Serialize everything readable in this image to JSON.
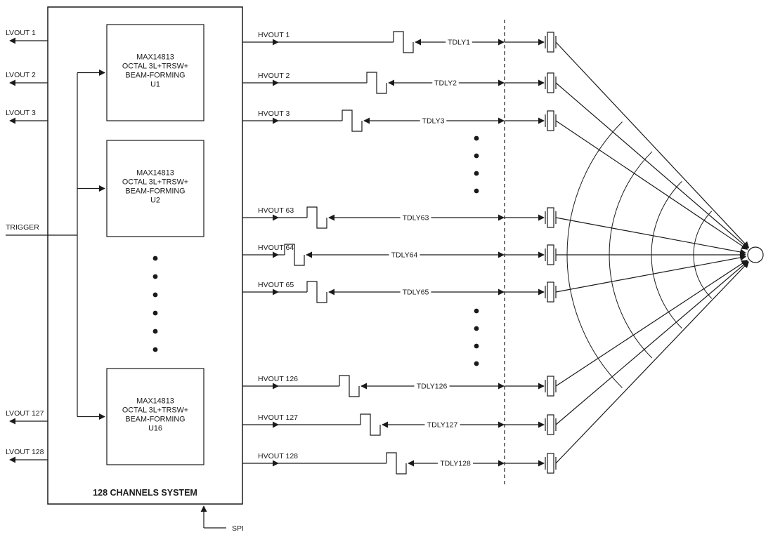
{
  "colors": {
    "line": "#1a1a1a",
    "background": "#ffffff"
  },
  "system": {
    "title": "128 CHANNELS SYSTEM",
    "trigger_label": "TRIGGER",
    "spi_label": "SPI",
    "chips": [
      {
        "lines": [
          "MAX14813",
          "OCTAL 3L+TRSW+",
          "BEAM-FORMING",
          "U1"
        ]
      },
      {
        "lines": [
          "MAX14813",
          "OCTAL 3L+TRSW+",
          "BEAM-FORMING",
          "U2"
        ]
      },
      {
        "lines": [
          "MAX14813",
          "OCTAL 3L+TRSW+",
          "BEAM-FORMING",
          "U16"
        ]
      }
    ],
    "lvout_labels": [
      "LVOUT 1",
      "LVOUT 2",
      "LVOUT 3",
      "LVOUT 127",
      "LVOUT 128"
    ],
    "channels": [
      {
        "hvout": "HVOUT 1",
        "tdly": "TDLY1"
      },
      {
        "hvout": "HVOUT 2",
        "tdly": "TDLY2"
      },
      {
        "hvout": "HVOUT 3",
        "tdly": "TDLY3"
      },
      {
        "hvout": "HVOUT 63",
        "tdly": "TDLY63"
      },
      {
        "hvout": "HVOUT 64",
        "tdly": "TDLY64"
      },
      {
        "hvout": "HVOUT 65",
        "tdly": "TDLY65"
      },
      {
        "hvout": "HVOUT 126",
        "tdly": "TDLY126"
      },
      {
        "hvout": "HVOUT 127",
        "tdly": "TDLY127"
      },
      {
        "hvout": "HVOUT 128",
        "tdly": "TDLY128"
      }
    ]
  }
}
